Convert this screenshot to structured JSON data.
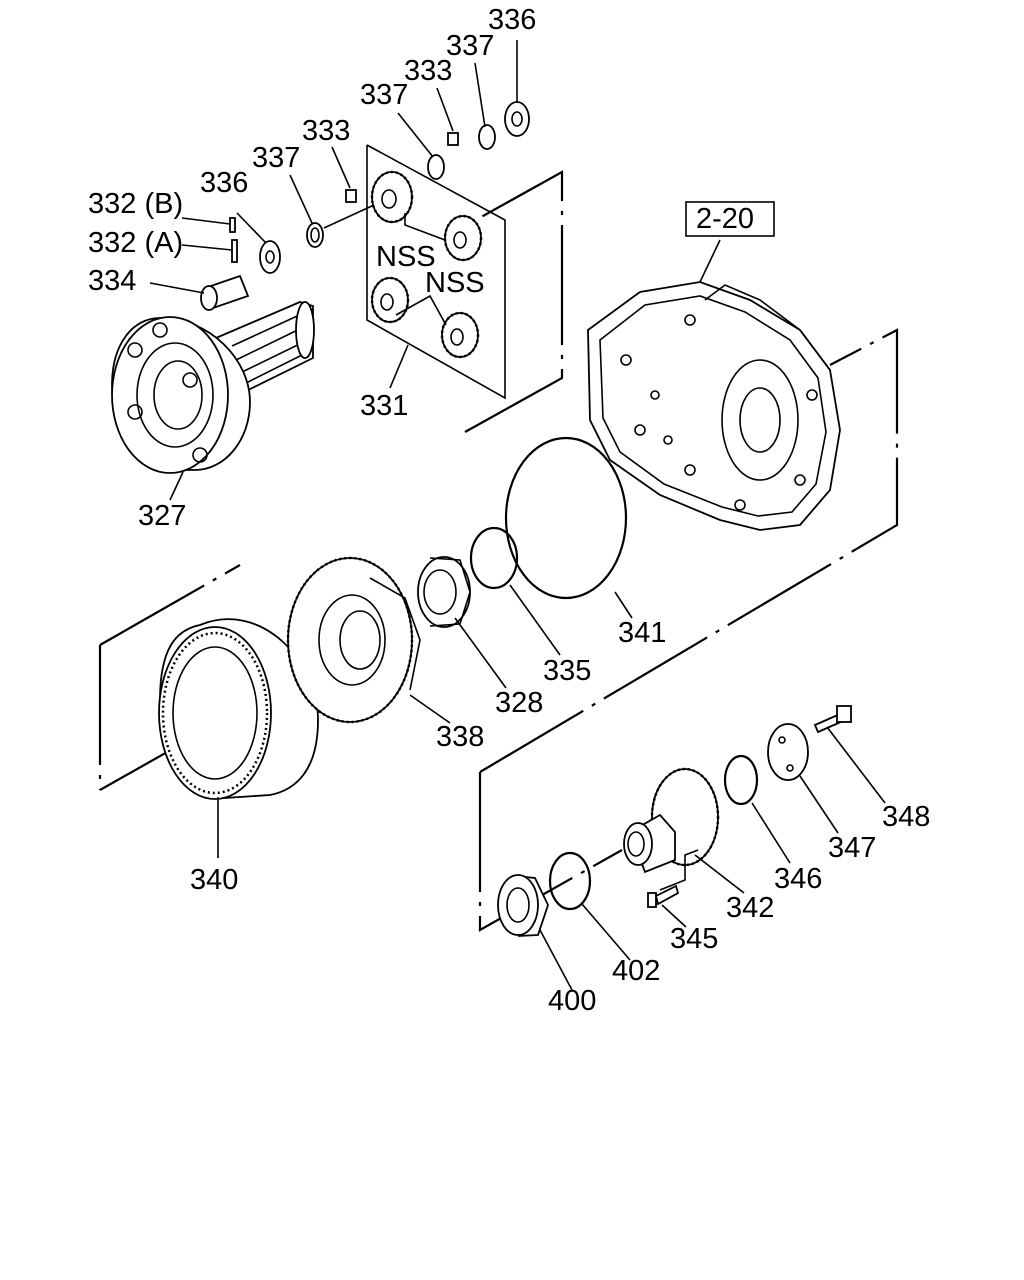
{
  "labels": {
    "p327": "327",
    "p328": "328",
    "p331": "331",
    "p332a": "332 (A)",
    "p332b": "332 (B)",
    "p333a": "333",
    "p333b": "333",
    "p334": "334",
    "p335": "335",
    "p336a": "336",
    "p336b": "336",
    "p337a": "337",
    "p337b": "337",
    "p337c": "337",
    "p338": "338",
    "p340": "340",
    "p341": "341",
    "p342": "342",
    "p345": "345",
    "p346": "346",
    "p347": "347",
    "p348": "348",
    "p400": "400",
    "p402": "402",
    "nss1": "NSS",
    "nss2": "NSS",
    "ref": "2-20"
  }
}
